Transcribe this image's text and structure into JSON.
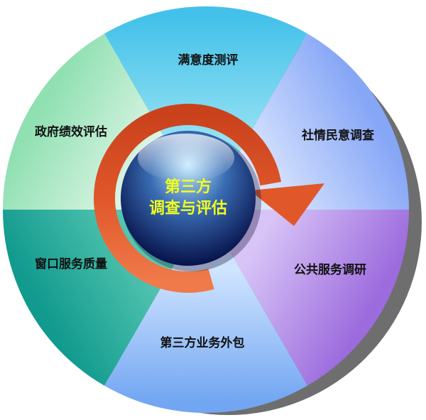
{
  "diagram": {
    "center": {
      "line1": "第三方",
      "line2": "调查与评估"
    },
    "segments": [
      {
        "label": "满意度测评",
        "colors": [
          "#9be4f3",
          "#43c1ea"
        ]
      },
      {
        "label": "社情民意调查",
        "colors": [
          "#dbe6ff",
          "#86a6f6"
        ]
      },
      {
        "label": "公共服务调研",
        "colors": [
          "#d8c4f7",
          "#9c6bdd"
        ]
      },
      {
        "label": "第三方业务外包",
        "colors": [
          "#cfe4ff",
          "#72a6f2"
        ]
      },
      {
        "label": "窗口服务质量",
        "colors": [
          "#5dcbb6",
          "#119a8e"
        ]
      },
      {
        "label": "政府绩效评估",
        "colors": [
          "#e6f8ec",
          "#90e0b2"
        ]
      }
    ],
    "ring_color": "#e0572a",
    "hub_colors": [
      "#bfe9ff",
      "#3a6db4",
      "#07124a"
    ]
  }
}
